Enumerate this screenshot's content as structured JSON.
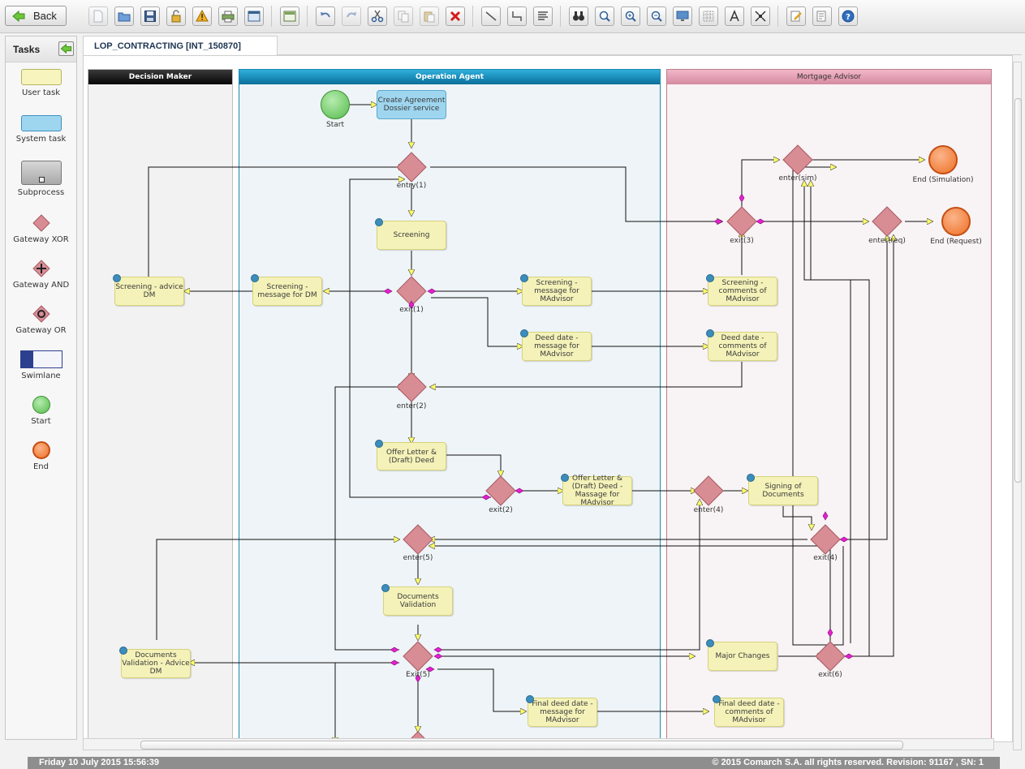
{
  "toolbar": {
    "back_label": "Back",
    "icons": [
      "new-document",
      "open-folder",
      "save",
      "lock",
      "warning",
      "print",
      "window",
      "layout",
      "undo",
      "redo",
      "cut",
      "copy",
      "paste",
      "delete",
      "line",
      "connector",
      "align",
      "binoculars",
      "zoom",
      "zoom-in",
      "zoom-out",
      "monitor",
      "grid",
      "text-tool",
      "fit",
      "edit",
      "export",
      "help"
    ]
  },
  "tasks_panel": {
    "title": "Tasks",
    "items": [
      {
        "label": "User task"
      },
      {
        "label": "System task"
      },
      {
        "label": "Subprocess"
      },
      {
        "label": "Gateway XOR"
      },
      {
        "label": "Gateway AND"
      },
      {
        "label": "Gateway OR"
      },
      {
        "label": "Swimlane"
      },
      {
        "label": "Start"
      },
      {
        "label": "End"
      }
    ]
  },
  "tab": {
    "title": "LOP_CONTRACTING [INT_150870]"
  },
  "lanes": [
    {
      "title": "Decision Maker",
      "color": "#111111"
    },
    {
      "title": "Operation Agent",
      "color": "#0a7fb0"
    },
    {
      "title": "Mortgage Advisor",
      "color": "#d28aa3"
    }
  ],
  "diagram": {
    "start": "Start",
    "end_sim": "End (Simulation)",
    "end_req": "End (Request)",
    "create": "Create Agreement Dossier service",
    "entry1": "entry(1)",
    "screening": "Screening",
    "exit1": "exit(1)",
    "scr_msg_dm": "Screening - message for DM",
    "scr_adv_dm": "Screening - advice DM",
    "scr_msg_ma": "Screening - message for MAdvisor",
    "scr_com_ma": "Screening - comments of MAdvisor",
    "dd_msg_ma": "Deed date - message for MAdvisor",
    "dd_com_ma": "Deed date - comments of MAdvisor",
    "enter2": "enter(2)",
    "offer": "Offer Letter & (Draft) Deed",
    "exit2": "exit(2)",
    "offer_msg": "Offer Letter & (Draft) Deed - Massage for MAdvisor",
    "enter4": "enter(4)",
    "signing": "Signing of Documents",
    "exit4": "exit(4)",
    "enter5": "enter(5)",
    "docval": "Documents Validation",
    "exit5": "Exit(5)",
    "docval_dm": "Documents Validation - Advice DM",
    "major": "Major Changes",
    "exit6": "exit(6)",
    "fdd_msg": "Final deed date - message for MAdvisor",
    "fdd_com": "Final deed date - comments of MAdvisor",
    "exit3": "exit(3)",
    "enter_sim": "enter(sim)",
    "enter_req": "enter(req)"
  },
  "status": {
    "left": "Friday 10 July 2015 15:56:39",
    "right": "© 2015 Comarch S.A. all rights reserved. Revision: 91167 , SN: 1"
  }
}
